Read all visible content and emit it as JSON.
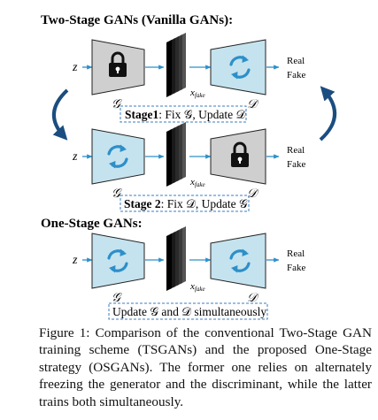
{
  "sections": {
    "two_stage_title": "Two-Stage GANs (Vanilla GANs):",
    "one_stage_title": "One-Stage GANs:"
  },
  "symbols": {
    "z": "z",
    "G": "𝒢",
    "D": "𝒟",
    "x": "x",
    "fake_sub": "fake"
  },
  "outputs": {
    "real": "Real",
    "fake": "Fake"
  },
  "stage1": {
    "bold": "Stage1",
    "text": ": Fix 𝒢, Update 𝒟"
  },
  "stage2": {
    "bold": "Stage 2",
    "text": ": Fix 𝒟, Update 𝒢"
  },
  "onestage_box": "Update 𝒢 and 𝒟 simultaneously",
  "caption": {
    "label": "Figure 1: ",
    "text": "Comparison of the conventional Two-Stage GAN training scheme (TSGANs) and the proposed One-Stage strategy (OSGANs). The former one relies on alternately freezing the generator and the discriminant, while the latter trains both simultaneously."
  },
  "colors": {
    "frozen_fill": "#cfcfcf",
    "train_fill": "#c4e3ef",
    "accent_blue": "#2d8fc9",
    "arrow_dark": "#1b4d80",
    "dash_blue": "#3a7cc0",
    "stack_dark": "#2a2a2a"
  },
  "icons": {
    "frozen": "lock-icon",
    "training": "refresh-icon",
    "stage_arrows": "curved-arrow-icon"
  }
}
